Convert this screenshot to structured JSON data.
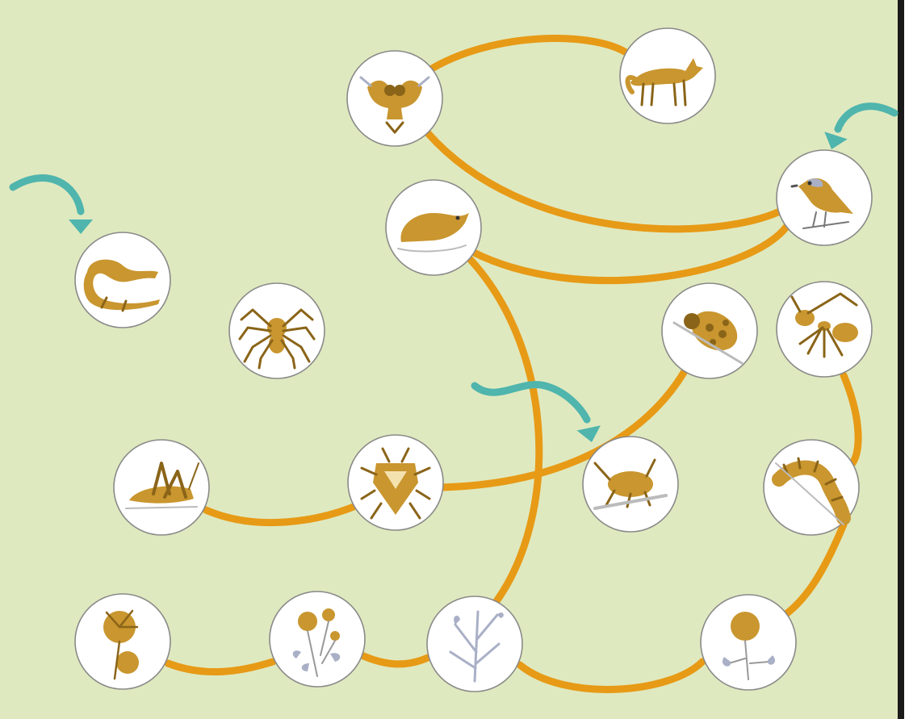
{
  "diagram": {
    "type": "food-web",
    "colors": {
      "background": "#dfe9bf",
      "link": "#e79a16",
      "inflow_arrow": "#4fb5ad",
      "organism": "#c9962f",
      "organism_dark": "#8a6418",
      "leaf": "#a9b0c6",
      "border": "#1a1a1a"
    },
    "nodes": [
      {
        "id": "owl",
        "icon": "owl-icon"
      },
      {
        "id": "fox",
        "icon": "fox-icon"
      },
      {
        "id": "songbird",
        "icon": "songbird-icon"
      },
      {
        "id": "shrew",
        "icon": "shrew-icon"
      },
      {
        "id": "lizard",
        "icon": "lizard-icon"
      },
      {
        "id": "spider",
        "icon": "spider-icon"
      },
      {
        "id": "ladybug",
        "icon": "ladybug-icon"
      },
      {
        "id": "ant",
        "icon": "ant-icon"
      },
      {
        "id": "grasshopper",
        "icon": "grasshopper-icon"
      },
      {
        "id": "stink-bug",
        "icon": "stink-bug-icon"
      },
      {
        "id": "aphid",
        "icon": "aphid-icon"
      },
      {
        "id": "caterpillar",
        "icon": "caterpillar-icon"
      },
      {
        "id": "thistle",
        "icon": "thistle-icon"
      },
      {
        "id": "wildflower",
        "icon": "wildflower-icon"
      },
      {
        "id": "grass",
        "icon": "grass-icon"
      },
      {
        "id": "clover",
        "icon": "clover-icon"
      }
    ],
    "links": [
      {
        "from": "owl",
        "to": "fox"
      },
      {
        "from": "owl",
        "to": "songbird"
      },
      {
        "from": "shrew",
        "to": "songbird"
      },
      {
        "from": "shrew",
        "to": "grass"
      },
      {
        "from": "grasshopper",
        "to": "stink-bug"
      },
      {
        "from": "stink-bug",
        "to": "ladybug"
      },
      {
        "from": "ant",
        "to": "caterpillar"
      },
      {
        "from": "caterpillar",
        "to": "clover"
      },
      {
        "from": "thistle",
        "to": "wildflower"
      },
      {
        "from": "wildflower",
        "to": "grass"
      },
      {
        "from": "grass",
        "to": "clover"
      }
    ],
    "inflow_arrows": [
      {
        "target": "lizard",
        "icon": "teal-arrow-icon"
      },
      {
        "target": "songbird",
        "icon": "teal-arrow-icon"
      },
      {
        "target": "aphid",
        "icon": "teal-arrow-icon"
      }
    ]
  }
}
